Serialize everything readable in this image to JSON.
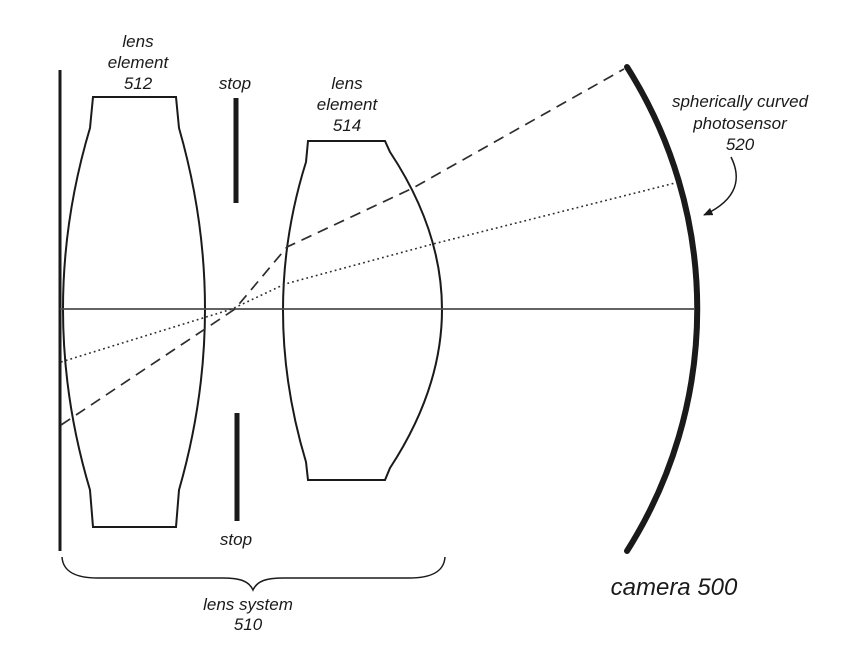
{
  "figure": {
    "colors": {
      "ink": "#1a1a1a",
      "ray": "#2e2e2e",
      "axis": "#4d4d4d",
      "background": "#ffffff"
    },
    "labels": {
      "lens_element_512": [
        "lens",
        "element",
        "512"
      ],
      "stop_top": "stop",
      "lens_element_514": [
        "lens",
        "element",
        "514"
      ],
      "photosensor_520": [
        "spherically curved",
        "photosensor",
        "520"
      ],
      "stop_bottom": "stop",
      "lens_system_510": [
        "lens system",
        "510"
      ],
      "camera_500": "camera 500"
    }
  }
}
